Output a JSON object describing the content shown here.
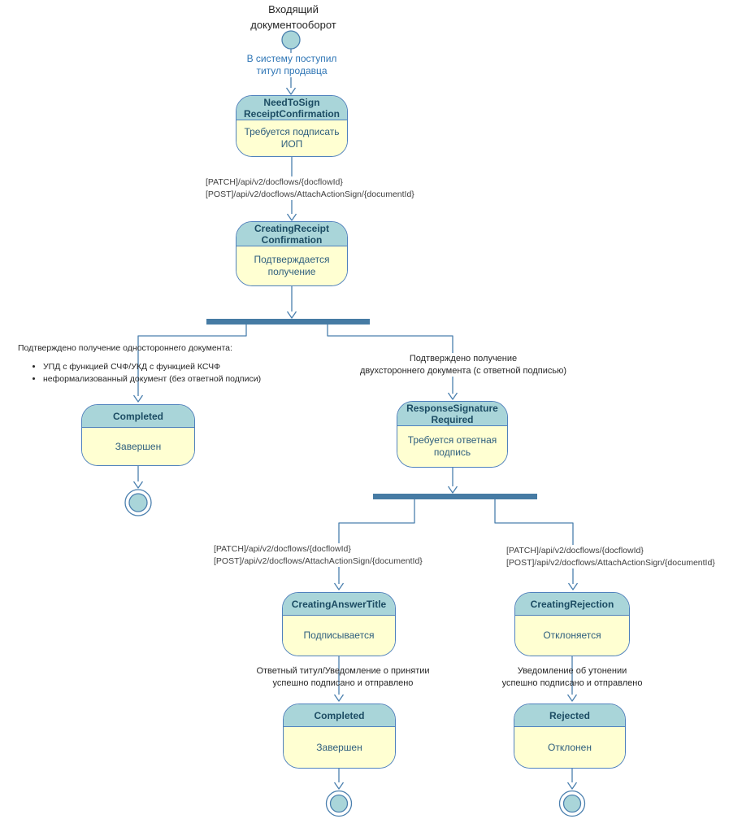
{
  "title": "Входящий\nдокументооборот",
  "colors": {
    "state_border": "#4f81bd",
    "state_header_bg": "#a9d5d9",
    "state_body_bg": "#ffffd2",
    "state_header_text": "#1c4c63",
    "state_body_text": "#2e5e7e",
    "connector": "#4a7fae",
    "fork_bar": "#467ba4",
    "event_text": "#2e75b5",
    "plain_text": "#262626"
  },
  "labels": {
    "initial_event": "В систему поступил\nтитул продавца",
    "api_call_top": "[PATCH]/api/v2/docflows/{docflowId}\n[POST]/api/v2/docflows/AttachActionSign/{documentId}",
    "branch_left_title": "Подтверждено получение одностороннего документа:",
    "branch_left_bullets": [
      "УПД с функцией СЧФ/УКД с функцией КСЧФ",
      "неформализованный документ (без ответной подписи)"
    ],
    "branch_right": "Подтверждено получение\nдвухстороннего документа (с ответной подписью)",
    "api_call_left": "[PATCH]/api/v2/docflows/{docflowId}\n[POST]/api/v2/docflows/AttachActionSign/{documentId}",
    "api_call_right": "[PATCH]/api/v2/docflows/{docflowId}\n[POST]/api/v2/docflows/AttachActionSign/{documentId}",
    "answer_signed": "Ответный титул/Уведомление о принятии\nуспешно подписано и отправлено",
    "rejection_signed": "Уведомление об утонении\nуспешно подписано и отправлено"
  },
  "states": {
    "need_to_sign_receipt_confirmation": {
      "name": "NeedToSign\nReceiptConfirmation",
      "description": "Требуется подписать\nИОП"
    },
    "creating_receipt_confirmation": {
      "name": "CreatingReceipt\nConfirmation",
      "description": "Подтверждается\nполучение"
    },
    "completed_left": {
      "name": "Completed",
      "description": "Завершен"
    },
    "response_signature_required": {
      "name": "ResponseSignature\nRequired",
      "description": "Требуется ответная\nподпись"
    },
    "creating_answer_title": {
      "name": "CreatingAnswerTitle",
      "description": "Подписывается"
    },
    "creating_rejection": {
      "name": "CreatingRejection",
      "description": "Отклоняется"
    },
    "completed_bottom": {
      "name": "Completed",
      "description": "Завершен"
    },
    "rejected": {
      "name": "Rejected",
      "description": "Отклонен"
    }
  }
}
